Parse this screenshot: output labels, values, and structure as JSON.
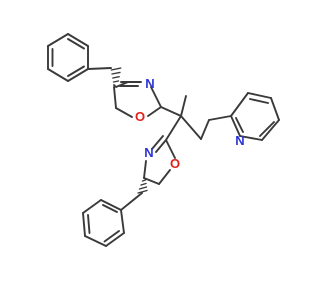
{
  "molecule": {
    "atoms": {
      "n_upper": "N",
      "o_upper": "O",
      "n_lower": "N",
      "o_lower": "O",
      "n_pyridine": "N"
    },
    "colors": {
      "bond": "#3a3a3a",
      "nitrogen": "#2b33d8",
      "oxygen": "#e0211a",
      "background": "#ffffff"
    }
  }
}
